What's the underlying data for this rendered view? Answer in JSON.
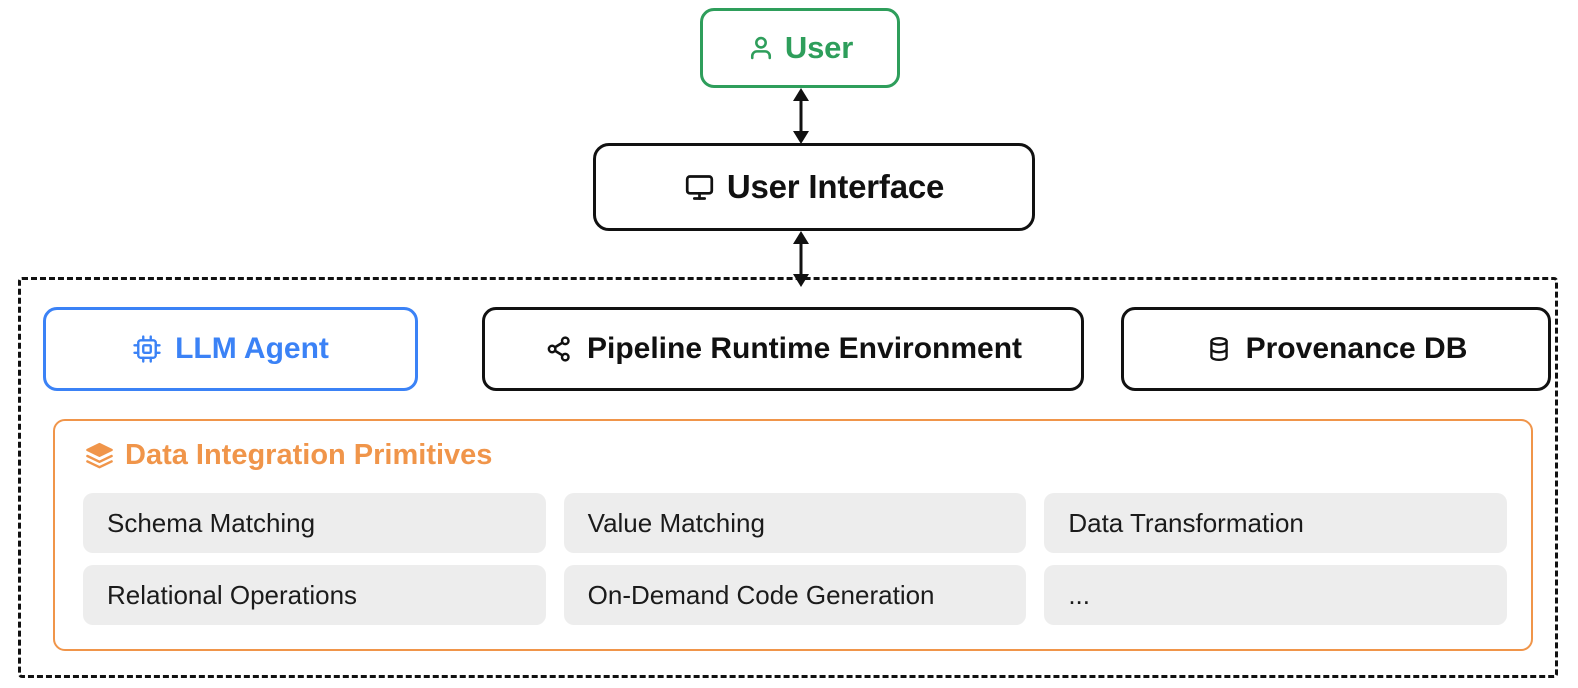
{
  "diagram": {
    "title": "LLM agent data integration system architecture",
    "colors": {
      "user_green": "#2e9e5b",
      "agent_blue": "#3b82f6",
      "primitives_orange": "#f0954a",
      "chip_gray": "#ededed",
      "outline_black": "#111111"
    }
  },
  "user": {
    "label": "User",
    "icon": "user-icon"
  },
  "user_interface": {
    "label": "User Interface",
    "icon": "monitor-icon"
  },
  "system": {
    "border_style": "dashed",
    "components": [
      {
        "label": "LLM Agent",
        "icon": "cpu-chip-icon"
      },
      {
        "label": "Pipeline Runtime Environment",
        "icon": "share-network-icon"
      },
      {
        "label": "Provenance DB",
        "icon": "database-icon"
      }
    ],
    "primitives": {
      "title": "Data Integration Primitives",
      "icon": "layers-stack-icon",
      "items": [
        "Schema Matching",
        "Value Matching",
        "Data Transformation",
        "Relational Operations",
        "On-Demand Code Generation",
        "..."
      ]
    }
  },
  "connections": [
    {
      "from": "User",
      "to": "User Interface",
      "type": "bidirectional-arrow"
    },
    {
      "from": "User Interface",
      "to": "System",
      "type": "bidirectional-arrow"
    }
  ]
}
